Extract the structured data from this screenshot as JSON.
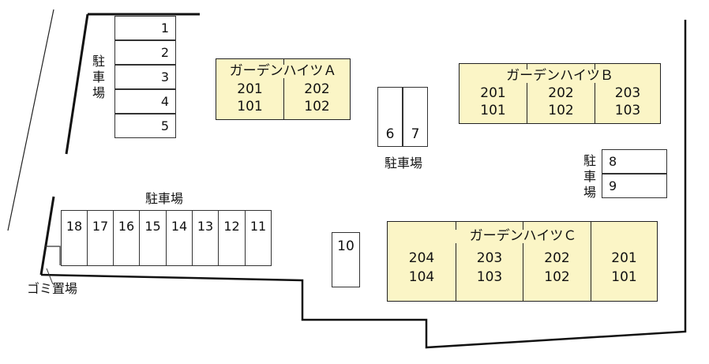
{
  "buildings": {
    "a": {
      "name": "ガーデンハイツＡ",
      "units": [
        {
          "upper": "201",
          "lower": "101"
        },
        {
          "upper": "202",
          "lower": "102"
        }
      ]
    },
    "b": {
      "name": "ガーデンハイツＢ",
      "units": [
        {
          "upper": "201",
          "lower": "101"
        },
        {
          "upper": "202",
          "lower": "102"
        },
        {
          "upper": "203",
          "lower": "103"
        }
      ]
    },
    "c": {
      "name": "ガーデンハイツＣ",
      "units": [
        {
          "upper": "204",
          "lower": "104"
        },
        {
          "upper": "203",
          "lower": "103"
        },
        {
          "upper": "202",
          "lower": "102"
        },
        {
          "upper": "201",
          "lower": "101"
        }
      ]
    }
  },
  "parking": {
    "label": "駐車場",
    "label_vertical": [
      "駐",
      "車",
      "場"
    ],
    "upper_left": [
      "1",
      "2",
      "3",
      "4",
      "5"
    ],
    "center": [
      "6",
      "7"
    ],
    "right": [
      "8",
      "9"
    ],
    "lower_left": [
      "18",
      "17",
      "16",
      "15",
      "14",
      "13",
      "12",
      "11"
    ],
    "single": "10"
  },
  "garbage_label": "ゴミ置場"
}
